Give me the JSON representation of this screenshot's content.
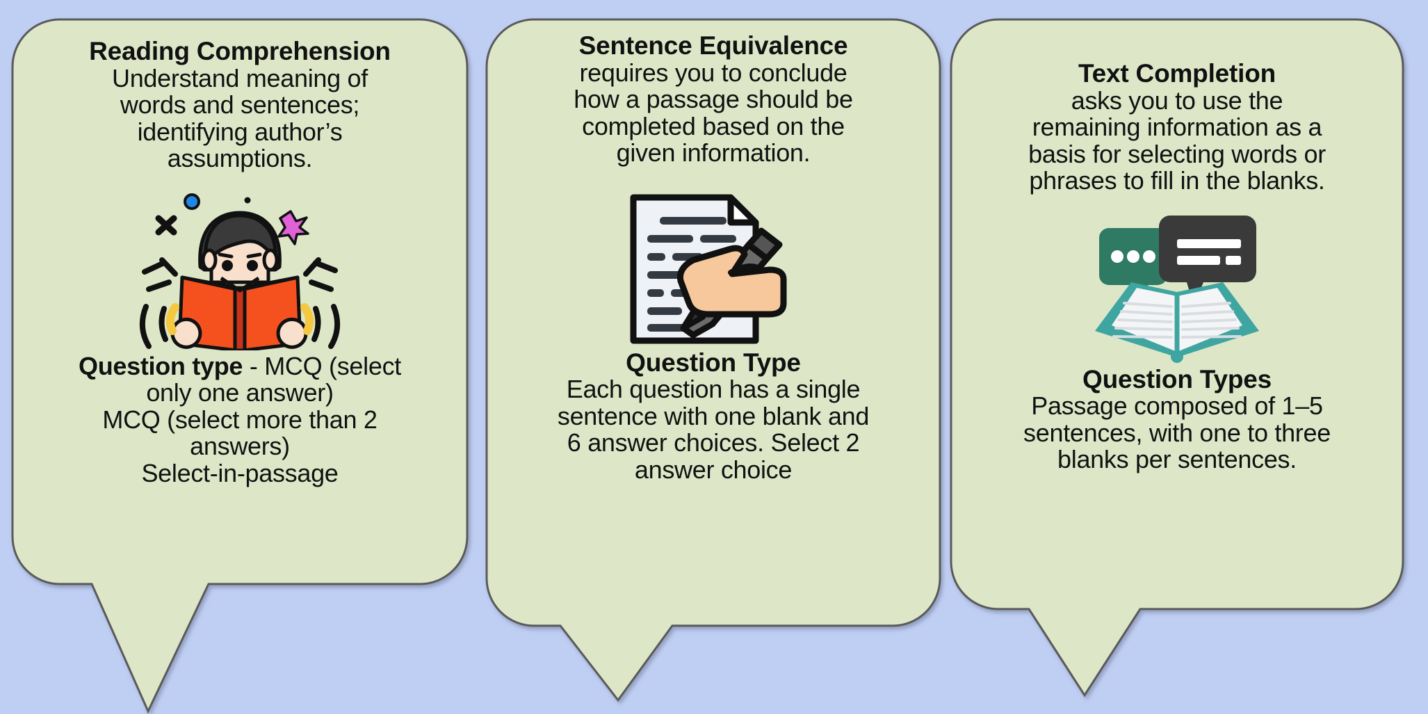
{
  "colors": {
    "background": "#bfcef3",
    "card_fill": "#dde7c8",
    "card_border": "#5a5a5a",
    "text": "#111111",
    "book_orange": "#f4511e",
    "hair_dark": "#3a3a3a",
    "skin": "#f6d8c0",
    "pencil_gray": "#6b6b6b",
    "paper_white": "#f1f3f6",
    "bubble_dark": "#3a3a3a",
    "bubble_green": "#2e7a63",
    "book_teal": "#3fa5a0",
    "sparkle_pink": "#e061d8",
    "sparkle_blue": "#1e88e5"
  },
  "cards": [
    {
      "id": "reading-comprehension",
      "heading": "Reading Comprehension",
      "intro_lines": [
        "Understand meaning of",
        "words and sentences;",
        "identifying author’s",
        "assumptions."
      ],
      "icon": "person-reading-book-icon",
      "footer_heading": "Question type",
      "footer_heading_suffix": " - MCQ (select",
      "footer_lines": [
        "only one answer)",
        "MCQ (select more than 2",
        "answers)",
        "Select-in-passage"
      ]
    },
    {
      "id": "sentence-equivalence",
      "heading": "Sentence  Equivalence",
      "intro_lines": [
        "requires you to conclude",
        "how a passage should be",
        "completed based on the",
        "given  information."
      ],
      "icon": "hand-writing-document-icon",
      "footer_heading": "Question Type",
      "footer_heading_suffix": "",
      "footer_lines": [
        "Each question has a single",
        "sentence with one blank and",
        "6 answer choices. Select 2",
        "answer choice"
      ]
    },
    {
      "id": "text-completion",
      "heading": "Text Completion",
      "intro_lines": [
        "asks you to use the",
        "remaining information as a",
        "basis for selecting words or",
        "phrases to fill in the blanks."
      ],
      "icon": "open-book-speech-bubbles-icon",
      "footer_heading": "Question Types",
      "footer_heading_suffix": "",
      "footer_lines": [
        "Passage composed of 1–5",
        "sentences, with one to three",
        "blanks per sentences."
      ]
    }
  ]
}
